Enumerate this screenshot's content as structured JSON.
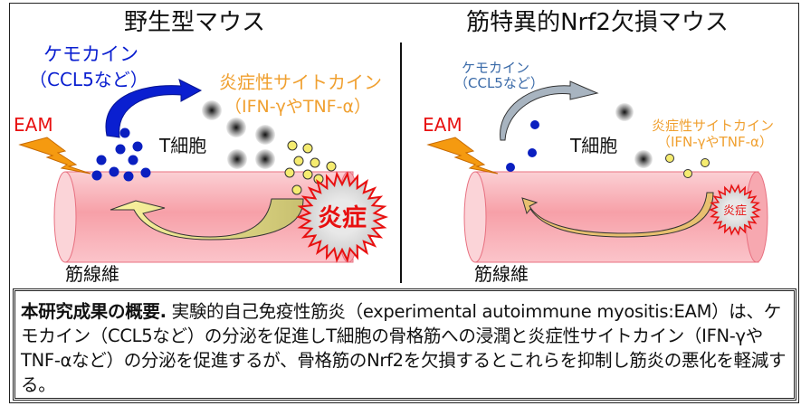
{
  "panels": {
    "wild_type": {
      "title": "野生型マウス",
      "chemokine_label": "ケモカイン",
      "chemokine_example": "（CCL5など）",
      "cytokine_label": "炎症性サイトカイン",
      "cytokine_example": "（IFN-γやTNF-α）",
      "trigger_label": "EAM",
      "tcell_label": "T細胞",
      "inflammation_label": "炎症",
      "fiber_label": "筋線維"
    },
    "knockout": {
      "title": "筋特異的Nrf2欠損マウス",
      "chemokine_label": "ケモカイン",
      "chemokine_example": "（CCL5など）",
      "cytokine_label": "炎症性サイトカイン",
      "cytokine_example": "（IFN-γやTNF-α）",
      "trigger_label": "EAM",
      "tcell_label": "T細胞",
      "inflammation_label": "炎症",
      "fiber_label": "筋線維"
    }
  },
  "caption": {
    "heading": "本研究成果の概要.",
    "body": " 実験的自己免疫性筋炎（experimental autoimmune myositis:EAM）は、ケモカイン（CCL5など）の分泌を促進しT細胞の骨格筋への浸潤と炎症性サイトカイン（IFN-γやTNF-αなど）の分泌を促進するが、骨格筋のNrf2を欠損するとこれらを抑制し筋炎の悪化を軽減する。"
  },
  "colors": {
    "chemokine_strong": "#0a1fd0",
    "chemokine_weak": "#3a6aa8",
    "cytokine": "#f0a030",
    "trigger": "#e81010",
    "inflammation": "#e81010",
    "fiber": "#f8a0a8",
    "chemokine_dot": "#0a1fc0",
    "cytokine_dot": "#f5ec70"
  }
}
